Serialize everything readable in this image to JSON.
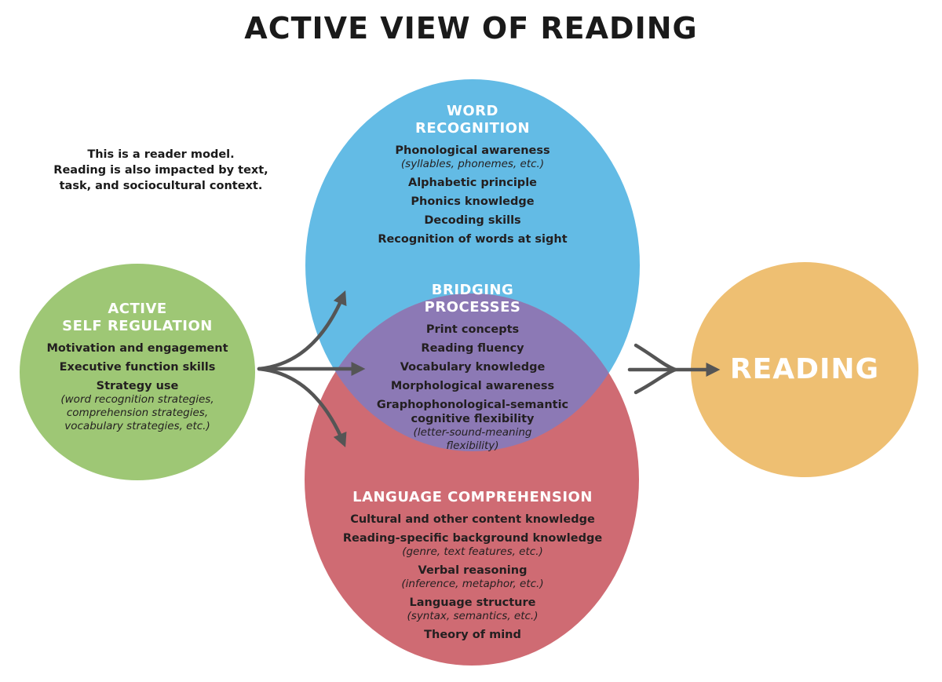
{
  "title": "ACTIVE VIEW OF READING",
  "note": [
    "This is a reader model.",
    "Reading is also impacted by text,",
    "task, and sociocultural context."
  ],
  "colors": {
    "word_recognition": "#63bbe5",
    "language_comprehension": "#cf6b73",
    "bridging": "#8c79b5",
    "self_regulation": "#9ec775",
    "reading": "#eebf72",
    "arrow": "#555555"
  },
  "self_regulation": {
    "heading": [
      "ACTIVE",
      "SELF REGULATION"
    ],
    "items": [
      {
        "text": "Motivation and engagement"
      },
      {
        "text": "Executive function skills"
      },
      {
        "text": "Strategy use",
        "sub": [
          "(word recognition strategies,",
          "comprehension strategies,",
          "vocabulary strategies, etc.)"
        ]
      }
    ]
  },
  "word_recognition": {
    "heading": [
      "WORD",
      "RECOGNITION"
    ],
    "items": [
      {
        "text": "Phonological awareness",
        "sub": [
          "(syllables, phonemes, etc.)"
        ]
      },
      {
        "text": "Alphabetic principle"
      },
      {
        "text": "Phonics knowledge"
      },
      {
        "text": "Decoding skills"
      },
      {
        "text": "Recognition of words at sight"
      }
    ]
  },
  "bridging": {
    "heading": [
      "BRIDGING",
      "PROCESSES"
    ],
    "items": [
      {
        "text": "Print concepts"
      },
      {
        "text": "Reading fluency"
      },
      {
        "text": "Vocabulary knowledge"
      },
      {
        "text": "Morphological awareness"
      },
      {
        "text": "Graphophonological-semantic\ncognitive flexibility",
        "sub": [
          "(letter-sound-meaning",
          "flexibility)"
        ]
      }
    ]
  },
  "language_comprehension": {
    "heading": [
      "LANGUAGE COMPREHENSION"
    ],
    "items": [
      {
        "text": "Cultural and other content knowledge"
      },
      {
        "text": "Reading-specific background knowledge",
        "sub": [
          "(genre, text features, etc.)"
        ]
      },
      {
        "text": "Verbal reasoning",
        "sub": [
          "(inference, metaphor, etc.)"
        ]
      },
      {
        "text": "Language structure",
        "sub": [
          "(syntax, semantics, etc.)"
        ]
      },
      {
        "text": "Theory of mind"
      }
    ]
  },
  "reading": {
    "label": "READING"
  }
}
